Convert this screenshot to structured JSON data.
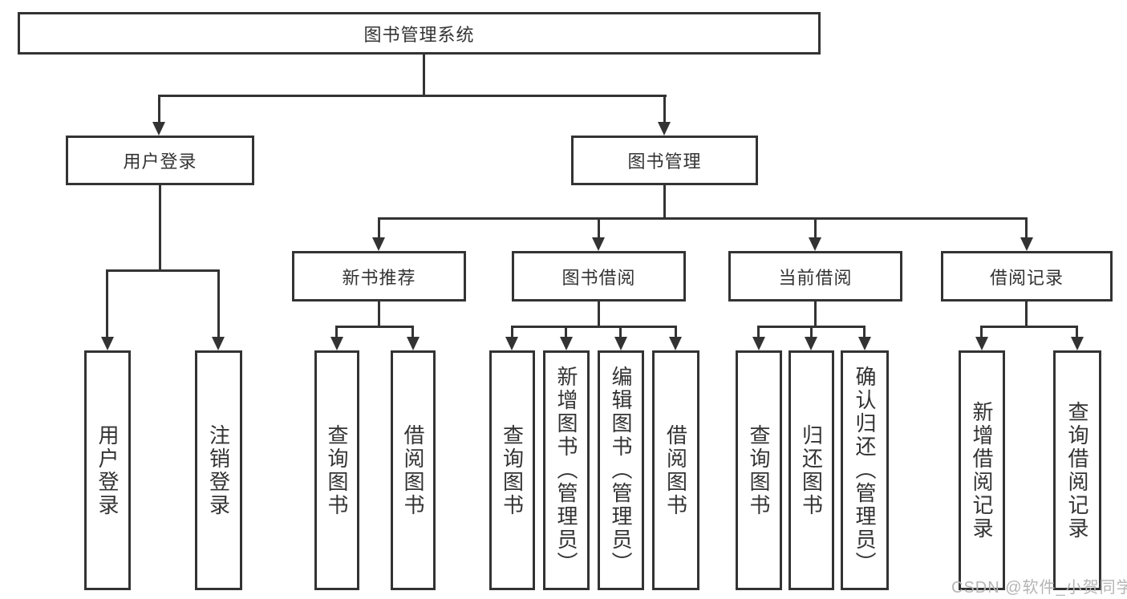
{
  "tree": {
    "root": {
      "label": "图书管理系统"
    },
    "level2": [
      {
        "label": "用户登录"
      },
      {
        "label": "图书管理"
      }
    ],
    "level3": [
      {
        "label": "新书推荐",
        "parent": "图书管理"
      },
      {
        "label": "图书借阅",
        "parent": "图书管理"
      },
      {
        "label": "当前借阅",
        "parent": "图书管理"
      },
      {
        "label": "借阅记录",
        "parent": "图书管理"
      }
    ],
    "leaves": [
      {
        "label": "用户登录",
        "parent": "用户登录"
      },
      {
        "label": "注销登录",
        "parent": "用户登录"
      },
      {
        "label": "查询图书",
        "parent": "新书推荐"
      },
      {
        "label": "借阅图书",
        "parent": "新书推荐"
      },
      {
        "label": "查询图书",
        "parent": "图书借阅"
      },
      {
        "label": "新增图书（管理员）",
        "parent": "图书借阅"
      },
      {
        "label": "编辑图书（管理员）",
        "parent": "图书借阅"
      },
      {
        "label": "借阅图书",
        "parent": "图书借阅"
      },
      {
        "label": "查询图书",
        "parent": "当前借阅"
      },
      {
        "label": "归还图书",
        "parent": "当前借阅"
      },
      {
        "label": "确认归还（管理员）",
        "parent": "当前借阅"
      },
      {
        "label": "新增借阅记录",
        "parent": "借阅记录"
      },
      {
        "label": "查询借阅记录",
        "parent": "借阅记录"
      }
    ]
  },
  "watermark": {
    "text": "CSDN @软件_小贺同学"
  },
  "colors": {
    "line": "#333333",
    "box_border": "#333333",
    "text": "#333333",
    "watermark": "#b5b5b5",
    "background": "#ffffff"
  }
}
